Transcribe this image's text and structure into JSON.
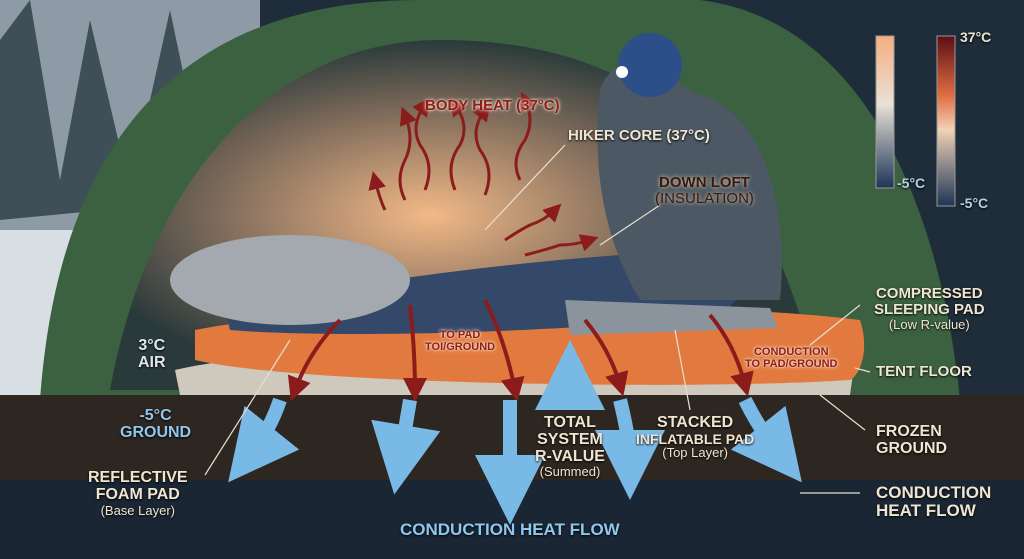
{
  "legend": {
    "scale_left": {
      "min_label": "-5°C"
    },
    "scale_right": {
      "max_label": "37°C",
      "min_label": "-5°C"
    },
    "colors": {
      "hot": "#5a0f16",
      "warm": "#f3a678",
      "neutral": "#ece4d8",
      "cold": "#1c3558"
    }
  },
  "labels": {
    "body_heat": "BODY HEAT (37°C)",
    "hiker_core": "HIKER CORE (37°C)",
    "down_loft": "DOWN LOFT",
    "down_loft_sub": "(INSULATION)",
    "air": "3°C\nAIR",
    "air_temp": "3°C",
    "air_word": "AIR",
    "ground_temp": "-5°C",
    "ground_word": "GROUND",
    "to_pad_1": "TO PAD",
    "to_pad_2": "TOI/GROUND",
    "conduction_pad_1": "CONDUCTION",
    "conduction_pad_2": "TO PAD/GROUND",
    "compressed_1": "COMPRESSED",
    "compressed_2": "SLEEPING PAD",
    "compressed_sub": "(Low R-value)",
    "tent_floor": "TENT FLOOR",
    "frozen_1": "FROZEN",
    "frozen_2": "GROUND",
    "total_1": "TOTAL",
    "total_2": "SYSTEM",
    "total_3": "R-VALUE",
    "total_sub": "(Summed)",
    "stacked_1": "STACKED",
    "stacked_2": "INFLATABLE PAD",
    "stacked_sub": "(Top Layer)",
    "foam_1": "REFLECTIVE",
    "foam_2": "FOAM PAD",
    "foam_sub": "(Base Layer)",
    "conduction_flow": "CONDUCTION HEAT FLOW",
    "conduction_right_1": "CONDUCTION",
    "conduction_right_2": "HEAT FLOW"
  }
}
